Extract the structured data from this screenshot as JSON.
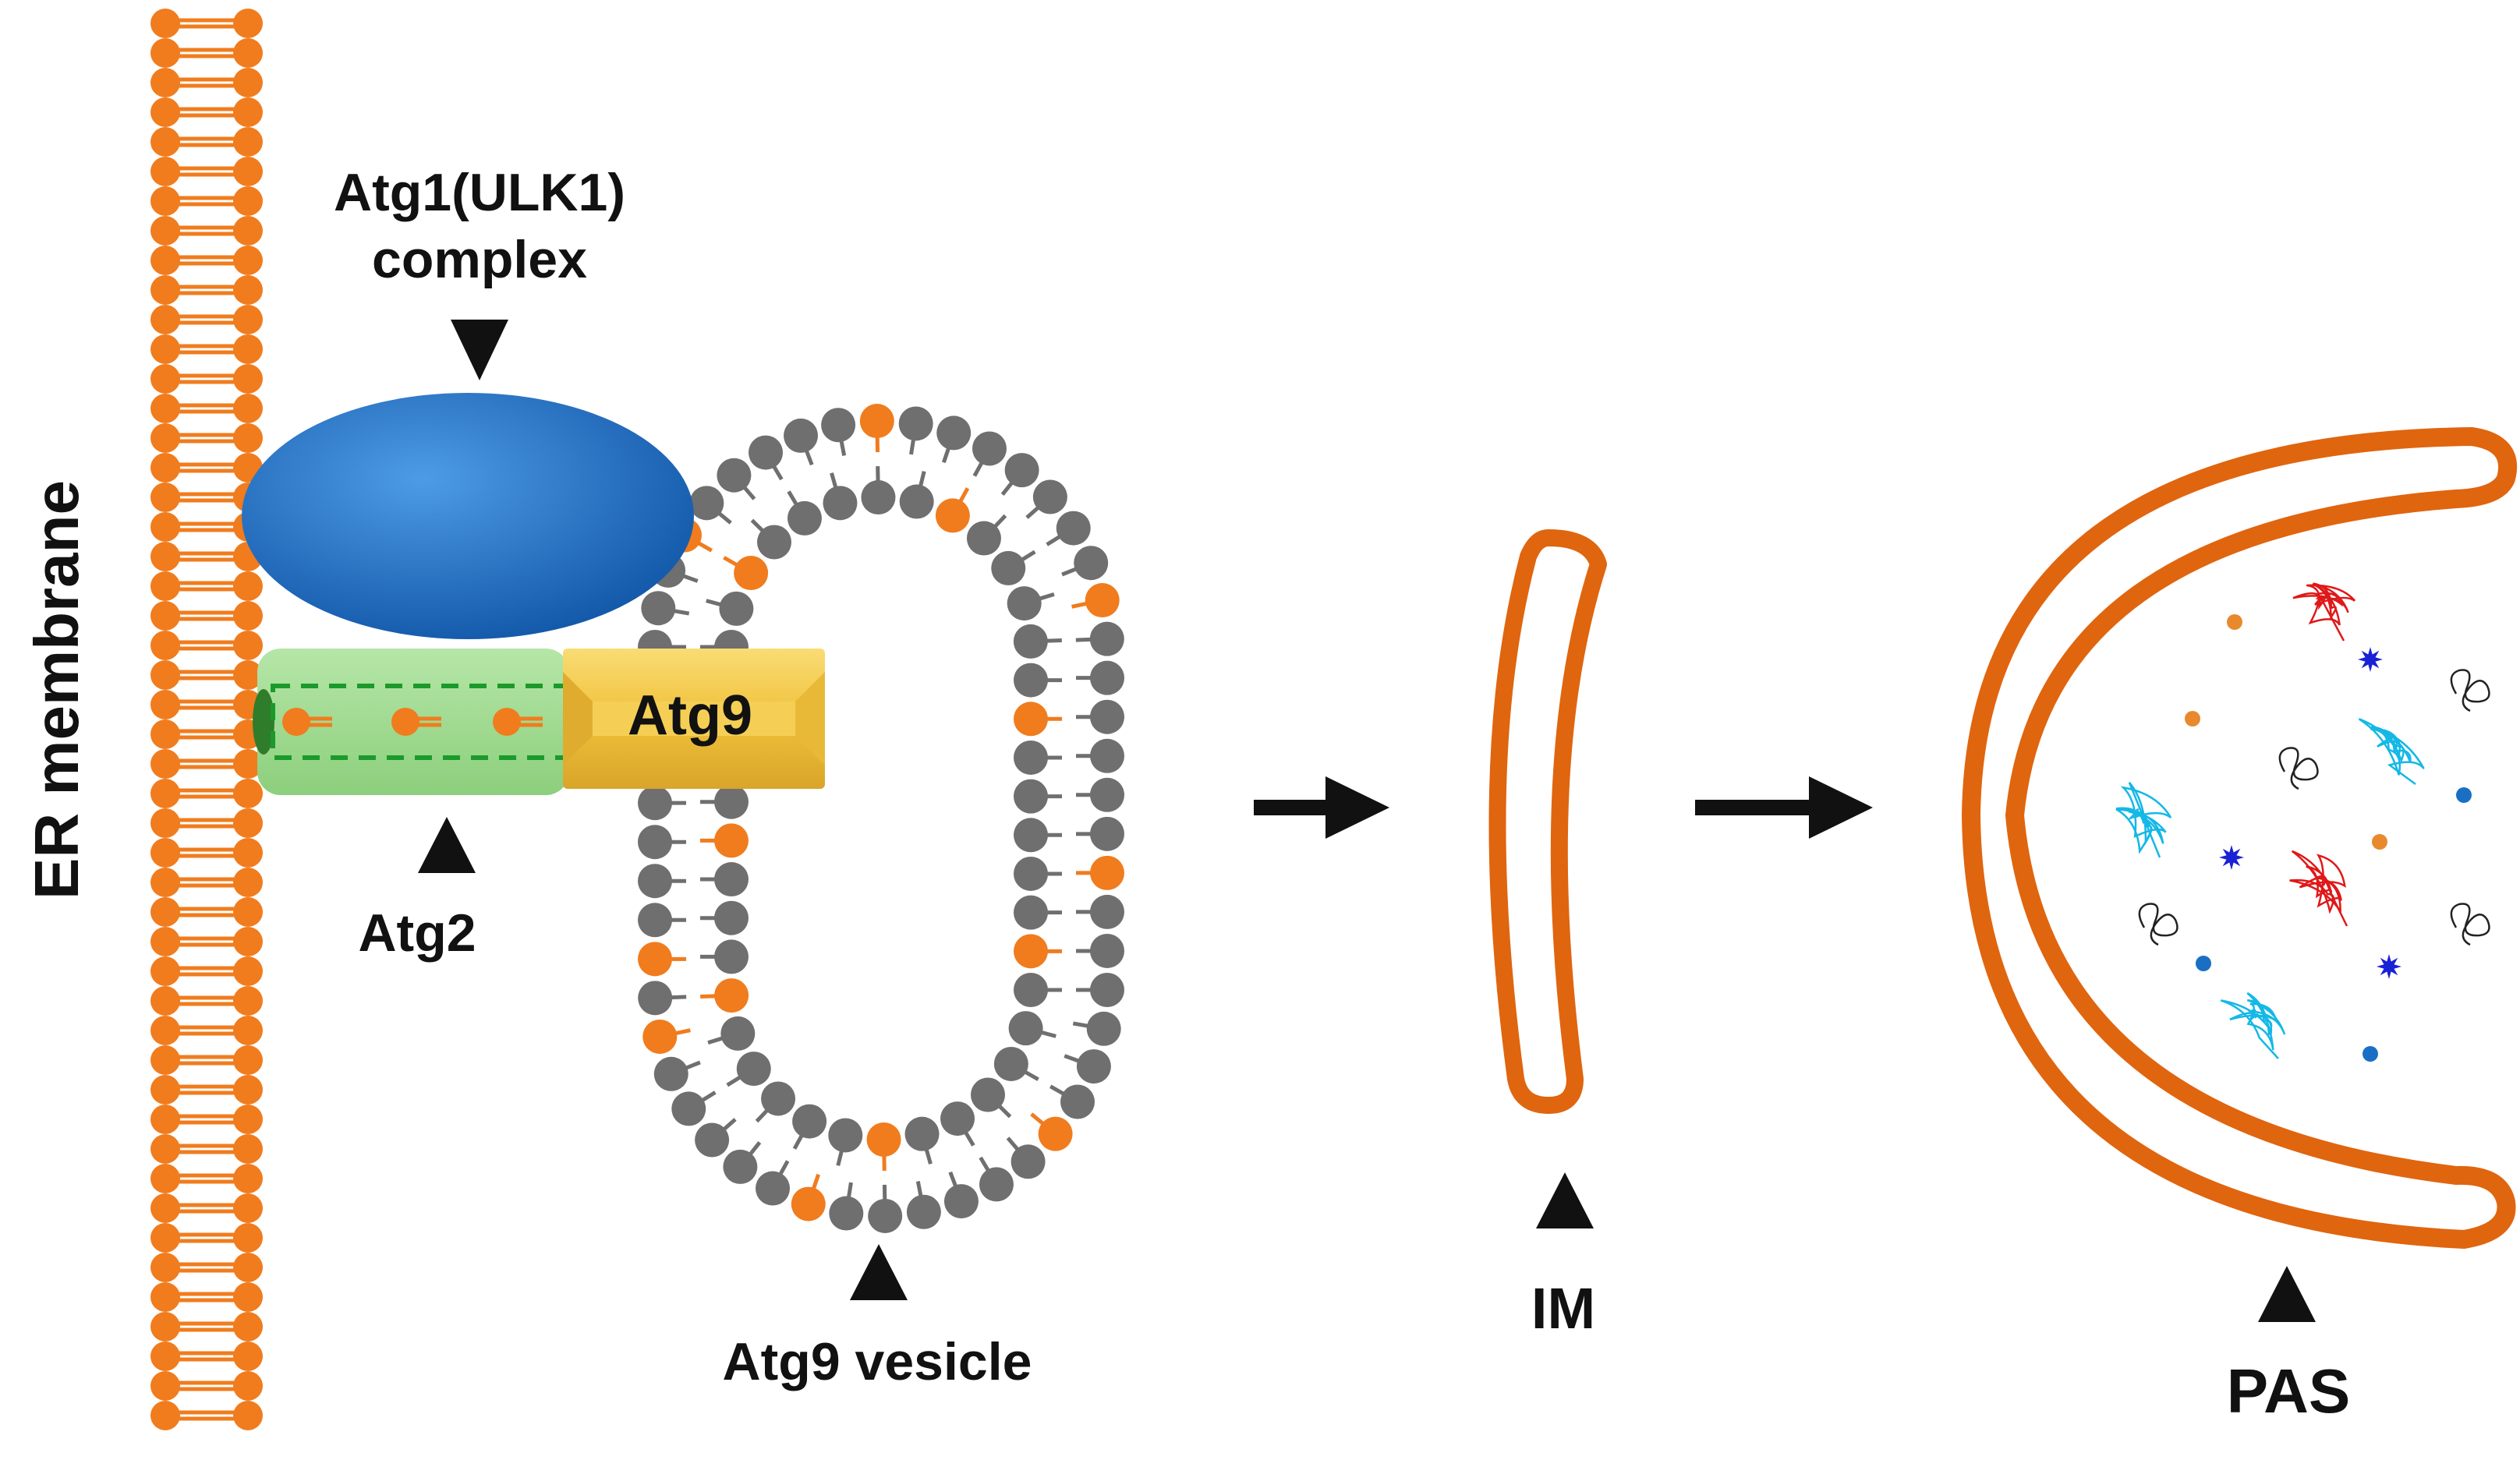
{
  "labels": {
    "er_membrane": "ER membrane",
    "atg1_line1": "Atg1(ULK1)",
    "atg1_line2": "complex",
    "atg9": "Atg9",
    "atg2": "Atg2",
    "atg9_vesicle": "Atg9 vesicle",
    "im": "IM",
    "pas": "PAS"
  },
  "colors": {
    "orange": "#f07c1e",
    "dark_orange": "#e0650f",
    "lipid_gray": "#6f6f6f",
    "atg1_blue": "#1f6fc5",
    "atg2_green": "#9fd892",
    "atg9_yellow": "#f3c543",
    "arrow": "#111111"
  },
  "icons": [
    "down-triangle-icon",
    "up-triangle-icon",
    "right-arrow-icon"
  ]
}
